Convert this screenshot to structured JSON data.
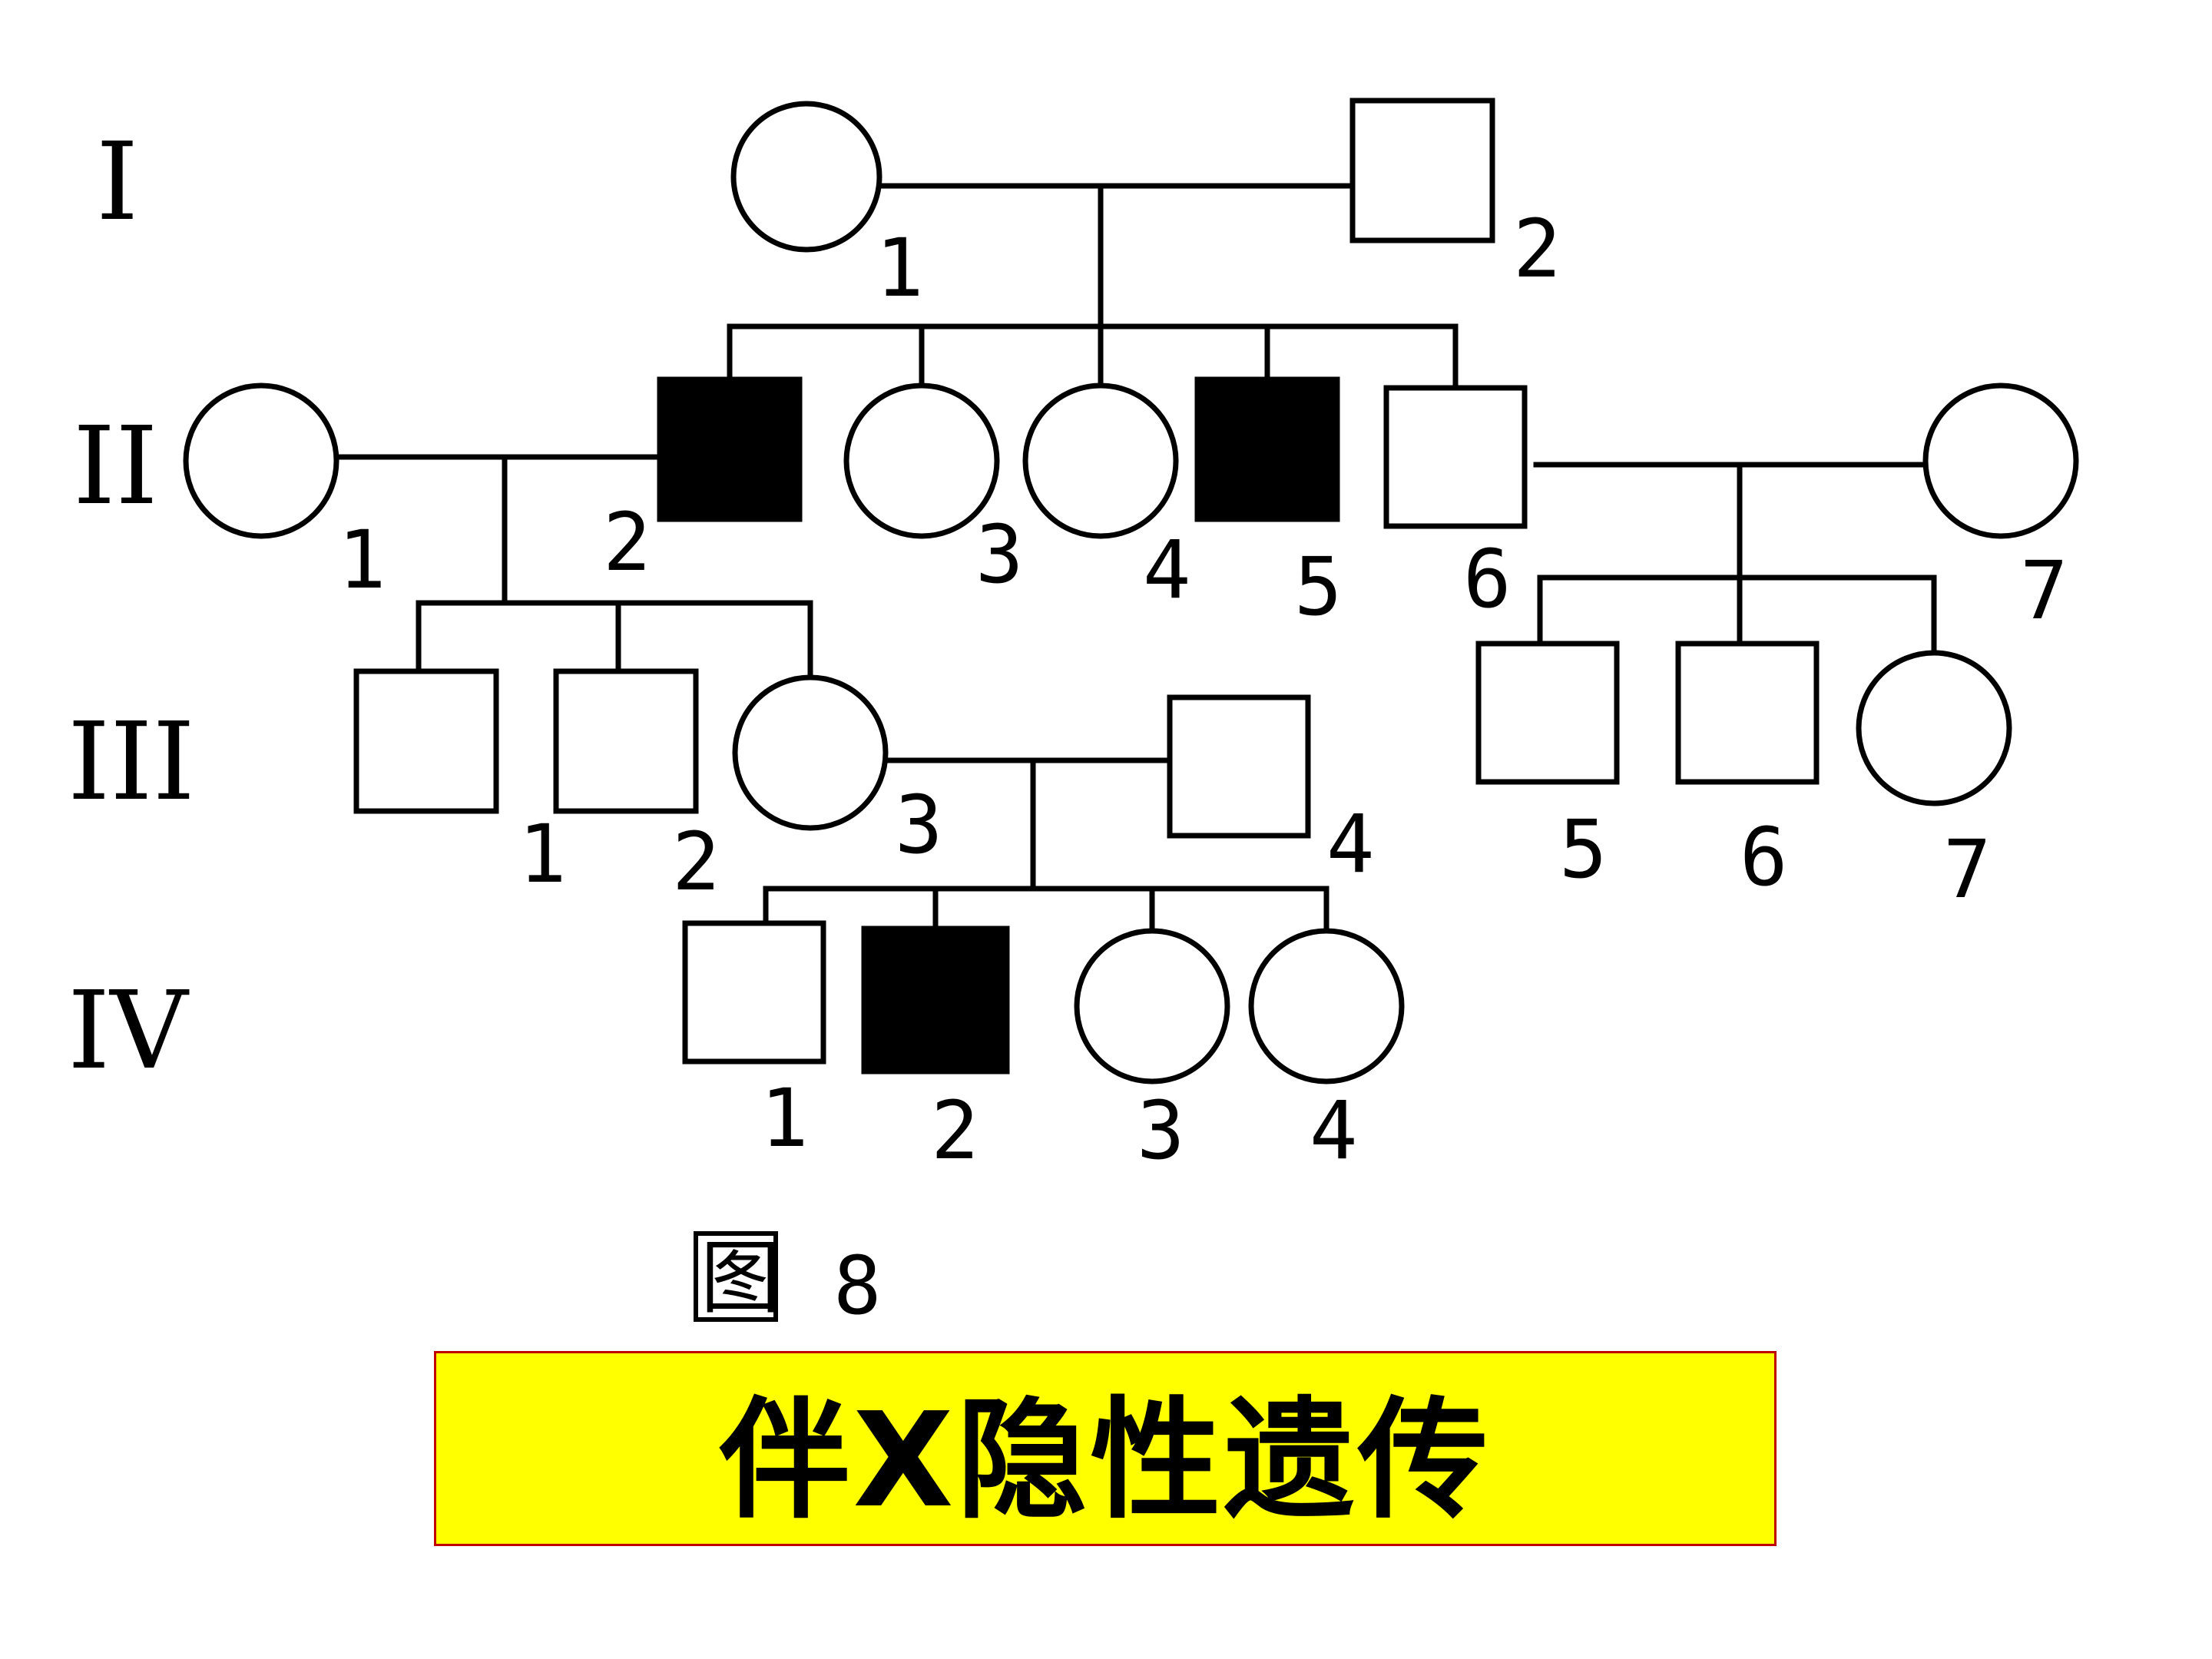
{
  "generations": [
    "I",
    "II",
    "III",
    "IV"
  ],
  "individuals": [
    {
      "gen": 1,
      "id": "1",
      "sex": "female",
      "affected": false
    },
    {
      "gen": 1,
      "id": "2",
      "sex": "male",
      "affected": false
    },
    {
      "gen": 2,
      "id": "1",
      "sex": "female",
      "affected": false
    },
    {
      "gen": 2,
      "id": "2",
      "sex": "male",
      "affected": true
    },
    {
      "gen": 2,
      "id": "3",
      "sex": "female",
      "affected": false
    },
    {
      "gen": 2,
      "id": "4",
      "sex": "female",
      "affected": false
    },
    {
      "gen": 2,
      "id": "5",
      "sex": "male",
      "affected": true
    },
    {
      "gen": 2,
      "id": "6",
      "sex": "male",
      "affected": false
    },
    {
      "gen": 2,
      "id": "7",
      "sex": "female",
      "affected": false
    },
    {
      "gen": 3,
      "id": "1",
      "sex": "male",
      "affected": false
    },
    {
      "gen": 3,
      "id": "2",
      "sex": "male",
      "affected": false
    },
    {
      "gen": 3,
      "id": "3",
      "sex": "female",
      "affected": false
    },
    {
      "gen": 3,
      "id": "4",
      "sex": "male",
      "affected": false
    },
    {
      "gen": 3,
      "id": "5",
      "sex": "male",
      "affected": false
    },
    {
      "gen": 3,
      "id": "6",
      "sex": "male",
      "affected": false
    },
    {
      "gen": 3,
      "id": "7",
      "sex": "female",
      "affected": false
    },
    {
      "gen": 4,
      "id": "1",
      "sex": "male",
      "affected": false
    },
    {
      "gen": 4,
      "id": "2",
      "sex": "male",
      "affected": true
    },
    {
      "gen": 4,
      "id": "3",
      "sex": "female",
      "affected": false
    },
    {
      "gen": 4,
      "id": "4",
      "sex": "female",
      "affected": false
    }
  ],
  "figure_label": {
    "glyph": "图",
    "number": "8"
  },
  "title": "伴X隐性遗传",
  "colors": {
    "affected": "#000000",
    "unaffected": "#ffffff",
    "title_bg": "#ffff00",
    "title_border": "#c00000"
  }
}
